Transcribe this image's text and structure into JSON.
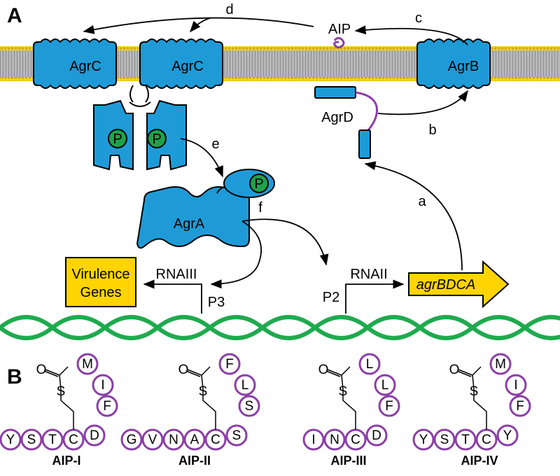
{
  "panels": {
    "a": "A",
    "b": "B"
  },
  "proteins": {
    "agrc_left": "AgrC",
    "agrc_right": "AgrC",
    "agrb": "AgrB",
    "agrd": "AgrD",
    "agra": "AgrA",
    "aip": "AIP",
    "phospho": "P"
  },
  "steps": {
    "a": "a",
    "b": "b",
    "c": "c",
    "d": "d",
    "e": "e",
    "f": "f"
  },
  "genes": {
    "virulence_line1": "Virulence",
    "virulence_line2": "Genes",
    "rnaiii": "RNAIII",
    "p3": "P3",
    "p2": "P2",
    "rnaii": "RNAII",
    "operon": "agrBDCA"
  },
  "aips": [
    {
      "name": "AIP-I",
      "ring": [
        "M",
        "I",
        "F",
        "D"
      ],
      "linker": "C",
      "tail": [
        "Y",
        "S",
        "T"
      ]
    },
    {
      "name": "AIP-II",
      "ring": [
        "F",
        "L",
        "S",
        "S"
      ],
      "linker": "C",
      "tail": [
        "G",
        "V",
        "N",
        "A"
      ]
    },
    {
      "name": "AIP-III",
      "ring": [
        "L",
        "L",
        "F",
        "D"
      ],
      "linker": "C",
      "tail": [
        "I",
        "N"
      ]
    },
    {
      "name": "AIP-IV",
      "ring": [
        "M",
        "I",
        "F",
        "Y"
      ],
      "linker": "C",
      "tail": [
        "Y",
        "S",
        "T"
      ]
    }
  ],
  "thioester": {
    "o": "O",
    "s": "S"
  },
  "colors": {
    "protein": "#1e9bd7",
    "phospho": "#1fa14a",
    "peptide": "#8b3fa6",
    "gene_box": "#ffd400",
    "dna": "#1faa4e",
    "membrane_head": "#e8c81a",
    "membrane_body": "#a9a9a9"
  }
}
